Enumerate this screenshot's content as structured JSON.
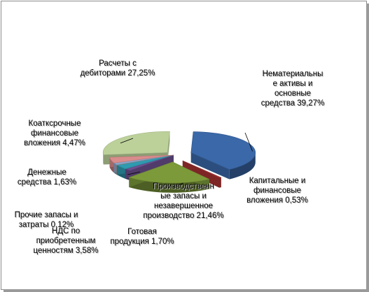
{
  "chart_data": {
    "type": "pie",
    "title": "",
    "slices": [
      {
        "label": "Нематериальны\nе активы и\nосновные\nсредства",
        "value": 39.27,
        "display": "39,27%",
        "color": "#3a68a8"
      },
      {
        "label": "Капитальные и\nфинансовые\nвложения",
        "value": 0.53,
        "display": "0,53%",
        "color": "#a83232"
      },
      {
        "label": "Производственн\nые запасы и\nнезавершенное\nпроизводство",
        "value": 21.46,
        "display": "21,46%",
        "color": "#7c9a3a"
      },
      {
        "label": "Готовая\nпродукция",
        "value": 1.7,
        "display": "1,70%",
        "color": "#6b4f8e"
      },
      {
        "label": "НДС по\nприобретенным\nценностям",
        "value": 3.58,
        "display": "3,58%",
        "color": "#2e9ab0"
      },
      {
        "label": "Прочие запасы и\nзатраты",
        "value": 0.12,
        "display": "0,12%",
        "color": "#e58a2a"
      },
      {
        "label": "Денежные\nсредства",
        "value": 1.63,
        "display": "1,63%",
        "color": "#8aa4cc"
      },
      {
        "label": "Коатксрочные\nфинансовые\nвложения",
        "value": 4.47,
        "display": "4,47%",
        "color": "#d98c8c"
      },
      {
        "label": "Расчеты с\nдебиторами",
        "value": 27.25,
        "display": "27,25%",
        "color": "#bcd19a"
      }
    ]
  }
}
